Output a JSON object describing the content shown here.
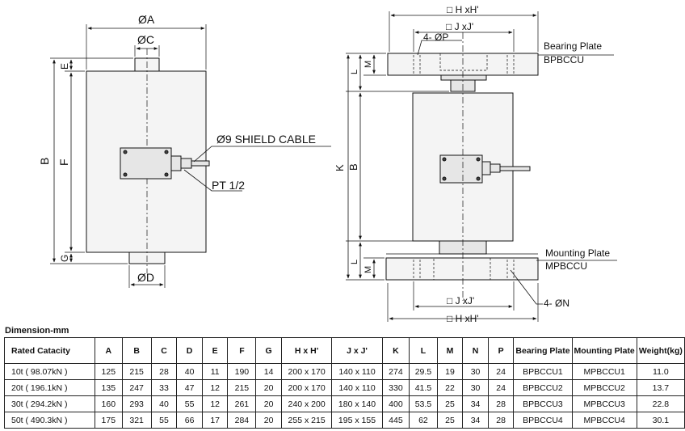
{
  "left_view": {
    "dims": {
      "A": "ØA",
      "C": "ØC",
      "D": "ØD",
      "B": "B",
      "F": "F",
      "E": "E",
      "G": "G"
    },
    "cable": "Ø9 SHIELD CABLE",
    "thread": "PT 1/2"
  },
  "right_view": {
    "top_h": "□ H xH'",
    "top_j": "□ J xJ'",
    "bottom_j": "□ J xJ'",
    "bottom_h": "□ H xH'",
    "top_holes": "4- ØP",
    "bottom_holes": "4- ØN",
    "bearing_label": "Bearing Plate",
    "bearing_code": "BPBCCU",
    "mounting_label": "Mounting Plate",
    "mounting_code": "MPBCCU",
    "dims": {
      "L_top": "L",
      "M_top": "M",
      "K": "K",
      "B": "B",
      "L_bot": "L",
      "M_bot": "M"
    }
  },
  "table": {
    "title": "Dimension-mm",
    "headers": [
      "Rated Catacity",
      "A",
      "B",
      "C",
      "D",
      "E",
      "F",
      "G",
      "H x H'",
      "J x J'",
      "K",
      "L",
      "M",
      "N",
      "P",
      "Bearing Plate",
      "Mounting Plate",
      "Weight(kg)"
    ],
    "rows": [
      [
        "10t ( 98.07kN )",
        "125",
        "215",
        "28",
        "40",
        "11",
        "190",
        "14",
        "200 x 170",
        "140 x 110",
        "274",
        "29.5",
        "19",
        "30",
        "24",
        "BPBCCU1",
        "MPBCCU1",
        "11.0"
      ],
      [
        "20t ( 196.1kN )",
        "135",
        "247",
        "33",
        "47",
        "12",
        "215",
        "20",
        "200 x 170",
        "140 x 110",
        "330",
        "41.5",
        "22",
        "30",
        "24",
        "BPBCCU2",
        "MPBCCU2",
        "13.7"
      ],
      [
        "30t ( 294.2kN )",
        "160",
        "293",
        "40",
        "55",
        "12",
        "261",
        "20",
        "240 x 200",
        "180 x 140",
        "400",
        "53.5",
        "25",
        "34",
        "28",
        "BPBCCU3",
        "MPBCCU3",
        "22.8"
      ],
      [
        "50t ( 490.3kN )",
        "175",
        "321",
        "55",
        "66",
        "17",
        "284",
        "20",
        "255 x 215",
        "195 x 155",
        "445",
        "62",
        "25",
        "34",
        "28",
        "BPBCCU4",
        "MPBCCU4",
        "30.1"
      ]
    ]
  }
}
